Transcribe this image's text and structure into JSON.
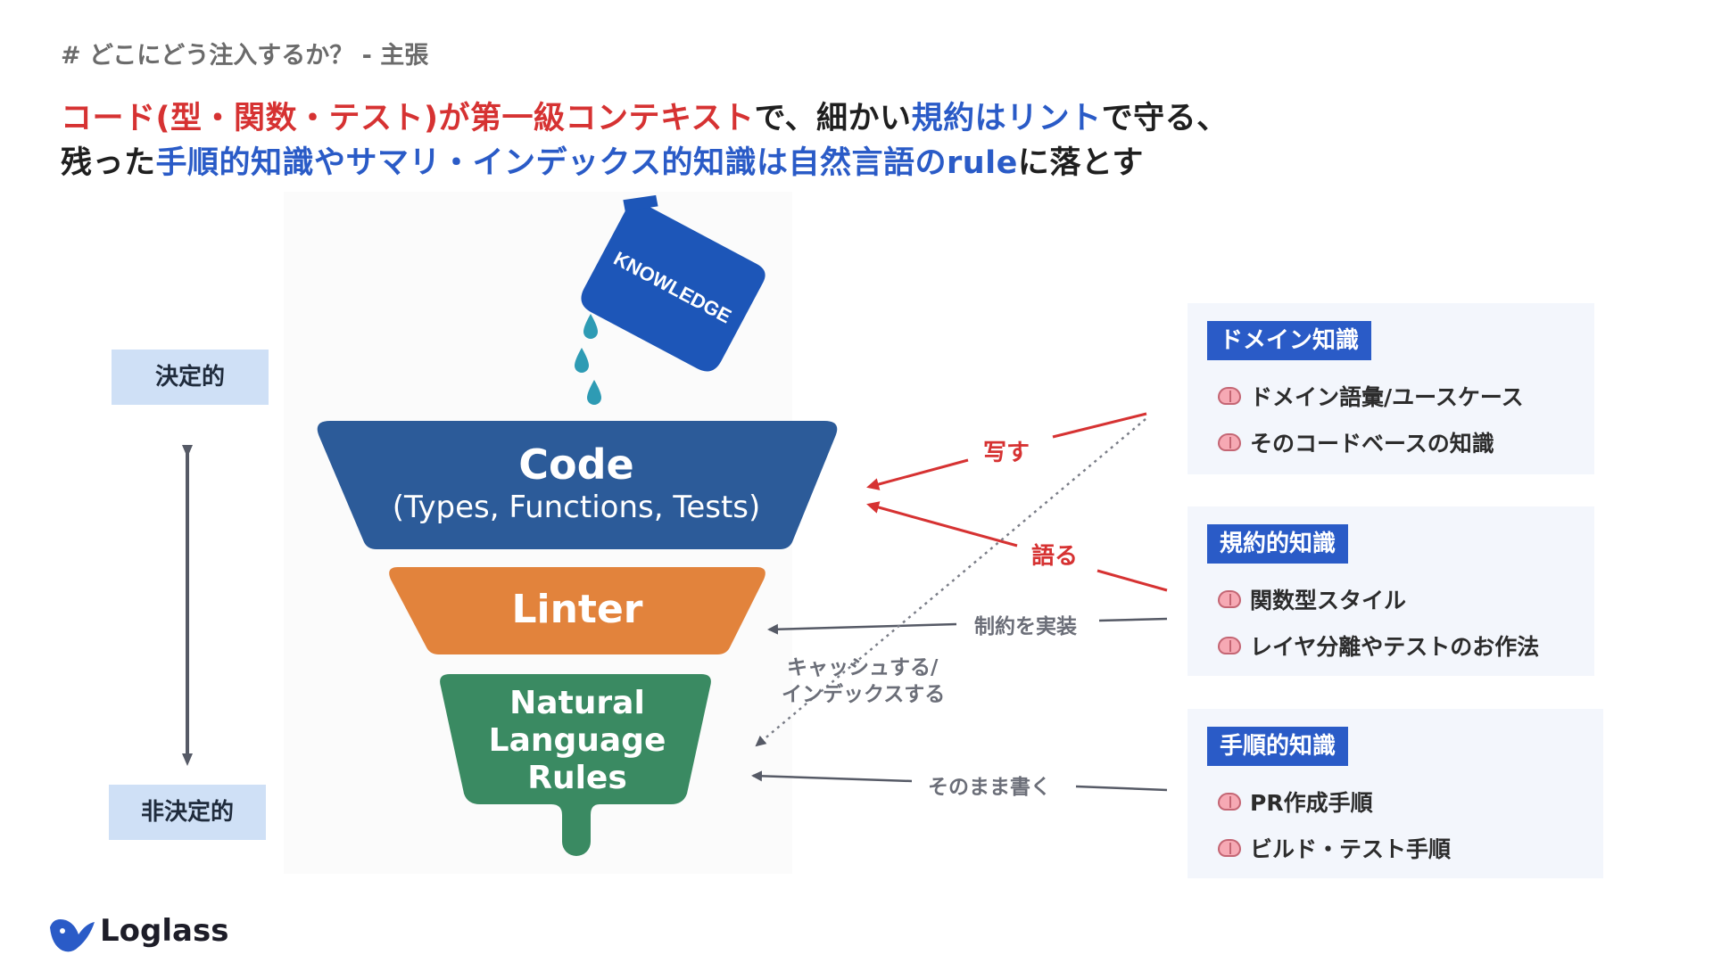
{
  "section_tag": "# どこにどう注入するか？ - 主張",
  "headline": {
    "line1": [
      {
        "text": "コード(型・関数・テスト)が第一級コンテキスト",
        "color": "red"
      },
      {
        "text": "で、細かい",
        "color": "dark"
      },
      {
        "text": "規約はリント",
        "color": "blue"
      },
      {
        "text": "で守る、",
        "color": "dark"
      }
    ],
    "line2": [
      {
        "text": "残った",
        "color": "dark"
      },
      {
        "text": "手順的知識やサマリ・インデックス的知識は自然言語のrule",
        "color": "blue"
      },
      {
        "text": "に落とす",
        "color": "dark"
      }
    ]
  },
  "bucket": {
    "label": "KNOWLEDGE"
  },
  "funnel": {
    "code_title": "Code",
    "code_subtitle": "(Types, Functions, Tests)",
    "linter": "Linter",
    "nl_line1": "Natural",
    "nl_line2": "Language",
    "nl_line3": "Rules"
  },
  "scale": {
    "top": "決定的",
    "bottom": "非決定的"
  },
  "arrows": {
    "utsusu": "写す",
    "kataru": "語る",
    "seiyaku": "制約を実装",
    "cache_line1": "キャッシュする/",
    "cache_line2": "インデックスする",
    "sonomama": "そのまま書く"
  },
  "panels": [
    {
      "title": "ドメイン知識",
      "items": [
        "ドメイン語彙/ユースケース",
        "そのコードベースの知識"
      ]
    },
    {
      "title": "規約的知識",
      "items": [
        "関数型スタイル",
        "レイヤ分離やテストのお作法"
      ]
    },
    {
      "title": "手順的知識",
      "items": [
        "PR作成手順",
        "ビルド・テスト手順"
      ]
    }
  ],
  "colors": {
    "red": "#d63232",
    "blue": "#2a5bc7",
    "code": "#2c5b99",
    "linter": "#e2833c",
    "nl": "#3a8a62",
    "bucket": "#1d56b8",
    "drop": "#2e9bb4"
  },
  "logo": {
    "text": "Loglass"
  }
}
